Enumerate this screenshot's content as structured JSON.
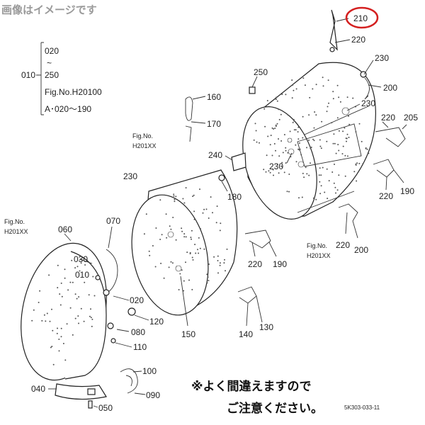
{
  "header_note": "画像はイメージです",
  "highlight_color": "#d42020",
  "legend": {
    "root": "010",
    "items": [
      "020",
      "~",
      "250",
      "Fig.No.H20100",
      "A･020～190"
    ]
  },
  "fig_refs": {
    "left": [
      "Fig.No.",
      "H201XX"
    ],
    "center": [
      "Fig.No.",
      "H201XX"
    ],
    "right": [
      "Fig.No.",
      "H201XX"
    ]
  },
  "callouts": {
    "c210": "210",
    "c220a": "220",
    "c230a": "230",
    "c250": "250",
    "c200a": "200",
    "c230b": "230",
    "c220b": "220",
    "c205": "205",
    "c160": "160",
    "c170": "170",
    "c240": "240",
    "c230c": "230",
    "c230d": "230",
    "c180": "180",
    "c220c": "220",
    "c190a": "190",
    "c220d": "220",
    "c200b": "200",
    "c220e": "220",
    "c190b": "190",
    "c060": "060",
    "c070": "070",
    "c030": "030",
    "c010": "010",
    "c020": "020",
    "c080": "080",
    "c120": "120",
    "c110": "110",
    "c150": "150",
    "c140": "140",
    "c130": "130",
    "c100": "100",
    "c040": "040",
    "c050": "050",
    "c090": "090"
  },
  "warning": {
    "line1": "※よく間違えますので",
    "line2": "ご注意ください。"
  },
  "drawing_code": "5K303-033-11"
}
